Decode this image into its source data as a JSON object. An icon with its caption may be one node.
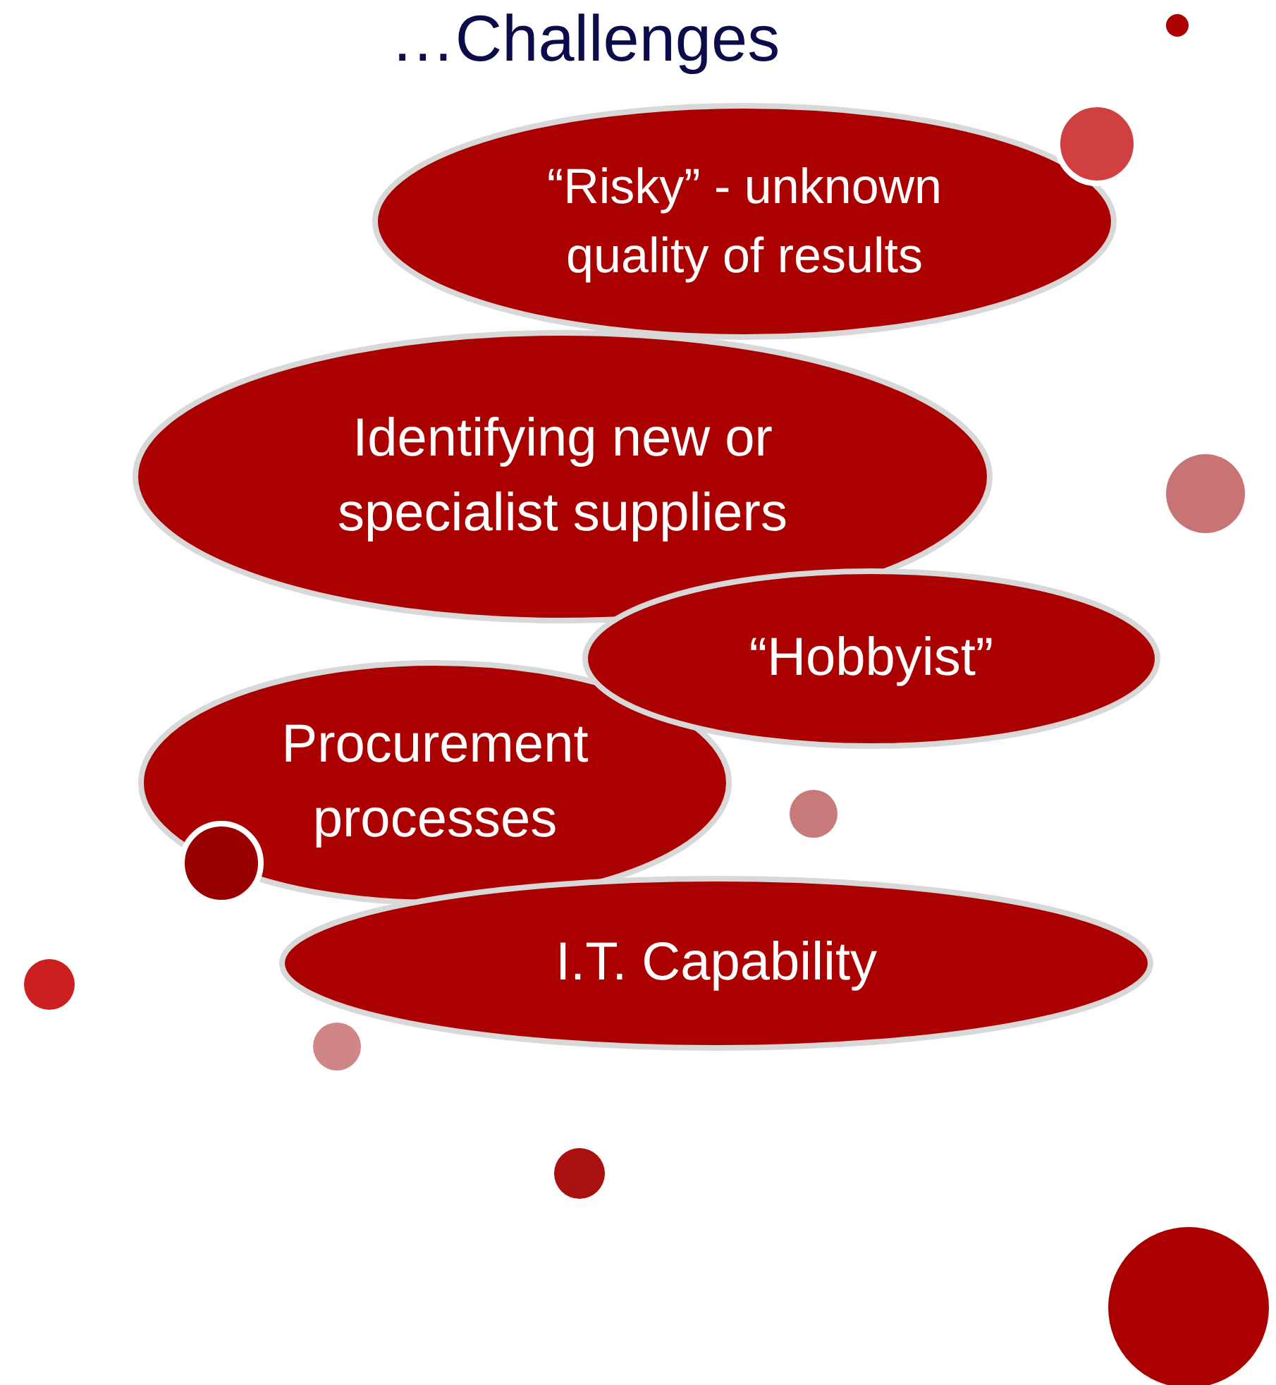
{
  "diagram": {
    "title": "…Challenges",
    "nodes": [
      {
        "text": [
          "“Risky” - unknown quality of results"
        ]
      },
      {
        "text": [
          "Identifying new or specialist suppliers"
        ]
      },
      {
        "text": [
          "“Hobbyist”"
        ]
      },
      {
        "text": [
          "Procurement processes"
        ]
      },
      {
        "text": [
          "I.T. Capability"
        ]
      }
    ]
  }
}
